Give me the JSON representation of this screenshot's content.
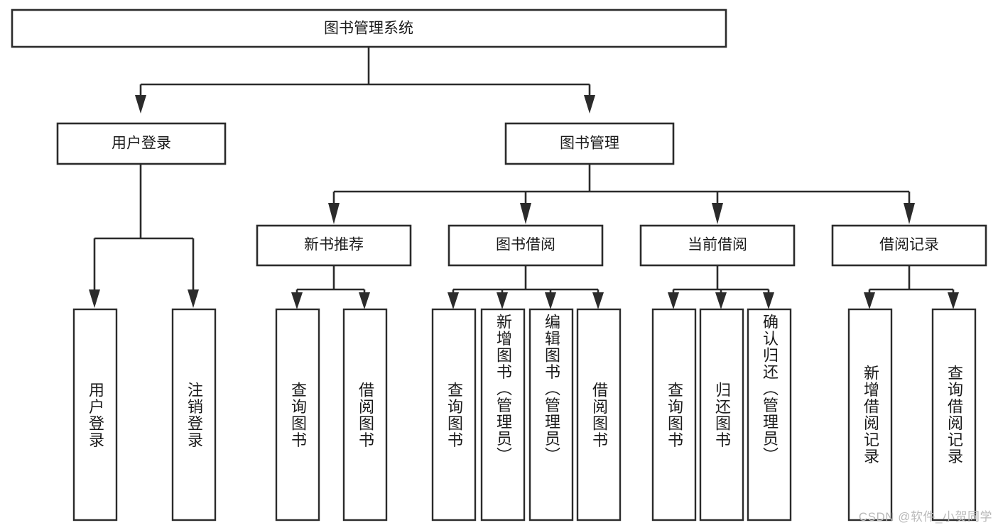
{
  "diagram": {
    "type": "tree-hierarchy",
    "title": "图书管理系统",
    "background_color": "#ffffff",
    "line_color": "#2b2b2b",
    "box_fill": "#ffffff",
    "text_color": "#1a1a1a",
    "root": {
      "id": "root",
      "label": "图书管理系统",
      "orientation": "horizontal"
    },
    "level2": [
      {
        "id": "user-login",
        "label": "用户登录",
        "orientation": "horizontal"
      },
      {
        "id": "book-management",
        "label": "图书管理",
        "orientation": "horizontal"
      }
    ],
    "level3": [
      {
        "id": "new-book-recommend",
        "label": "新书推荐",
        "orientation": "horizontal"
      },
      {
        "id": "book-borrow",
        "label": "图书借阅",
        "orientation": "horizontal"
      },
      {
        "id": "current-borrow",
        "label": "当前借阅",
        "orientation": "horizontal"
      },
      {
        "id": "borrow-record",
        "label": "借阅记录",
        "orientation": "horizontal"
      }
    ],
    "leaves": [
      {
        "id": "leaf-user-login",
        "label": "用户登录",
        "parent": "user-login",
        "orientation": "vertical"
      },
      {
        "id": "leaf-logout-login",
        "label": "注销登录",
        "parent": "user-login",
        "orientation": "vertical"
      },
      {
        "id": "leaf-query-book-1",
        "label": "查询图书",
        "parent": "new-book-recommend",
        "orientation": "vertical"
      },
      {
        "id": "leaf-borrow-book-1",
        "label": "借阅图书",
        "parent": "new-book-recommend",
        "orientation": "vertical"
      },
      {
        "id": "leaf-query-book-2",
        "label": "查询图书",
        "parent": "book-borrow",
        "orientation": "vertical"
      },
      {
        "id": "leaf-add-book",
        "label": "新增图书（管理员）",
        "parent": "book-borrow",
        "orientation": "vertical"
      },
      {
        "id": "leaf-edit-book",
        "label": "编辑图书（管理员）",
        "parent": "book-borrow",
        "orientation": "vertical"
      },
      {
        "id": "leaf-borrow-book-2",
        "label": "借阅图书",
        "parent": "book-borrow",
        "orientation": "vertical"
      },
      {
        "id": "leaf-query-book-3",
        "label": "查询图书",
        "parent": "current-borrow",
        "orientation": "vertical"
      },
      {
        "id": "leaf-return-book",
        "label": "归还图书",
        "parent": "current-borrow",
        "orientation": "vertical"
      },
      {
        "id": "leaf-confirm-return",
        "label": "确认归还（管理员）",
        "parent": "current-borrow",
        "orientation": "vertical"
      },
      {
        "id": "leaf-add-borrow-record",
        "label": "新增借阅记录",
        "parent": "borrow-record",
        "orientation": "vertical"
      },
      {
        "id": "leaf-query-borrow-record",
        "label": "查询借阅记录",
        "parent": "borrow-record",
        "orientation": "vertical"
      }
    ],
    "watermark": "CSDN @软件_小贺同学"
  }
}
